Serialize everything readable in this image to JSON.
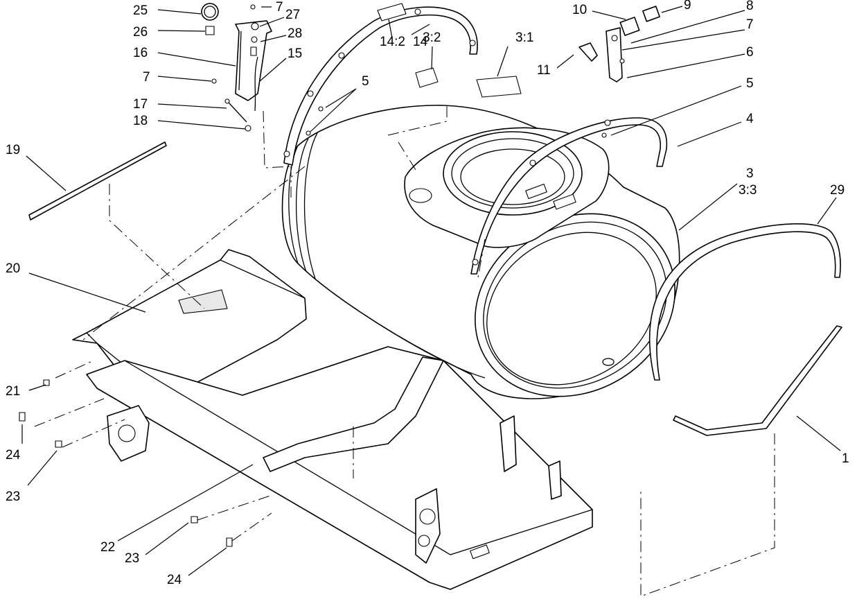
{
  "callouts": [
    {
      "id": "c25",
      "text": "25"
    },
    {
      "id": "c7a",
      "text": "7"
    },
    {
      "id": "c27",
      "text": "27"
    },
    {
      "id": "c26",
      "text": "26"
    },
    {
      "id": "c28",
      "text": "28"
    },
    {
      "id": "c16",
      "text": "16"
    },
    {
      "id": "c15",
      "text": "15"
    },
    {
      "id": "c7b",
      "text": "7"
    },
    {
      "id": "c17",
      "text": "17"
    },
    {
      "id": "c18",
      "text": "18"
    },
    {
      "id": "c19",
      "text": "19"
    },
    {
      "id": "c14_2",
      "text": "14:2"
    },
    {
      "id": "c14",
      "text": "14"
    },
    {
      "id": "c3_2",
      "text": "3:2"
    },
    {
      "id": "c3_1",
      "text": "3:1"
    },
    {
      "id": "c5a",
      "text": "5"
    },
    {
      "id": "c10",
      "text": "10"
    },
    {
      "id": "c9",
      "text": "9"
    },
    {
      "id": "c8",
      "text": "8"
    },
    {
      "id": "c7c",
      "text": "7"
    },
    {
      "id": "c6",
      "text": "6"
    },
    {
      "id": "c11",
      "text": "11"
    },
    {
      "id": "c5b",
      "text": "5"
    },
    {
      "id": "c4",
      "text": "4"
    },
    {
      "id": "c3",
      "text": "3"
    },
    {
      "id": "c3_3",
      "text": "3:3"
    },
    {
      "id": "c29",
      "text": "29"
    },
    {
      "id": "c20",
      "text": "20"
    },
    {
      "id": "c21",
      "text": "21"
    },
    {
      "id": "c24a",
      "text": "24"
    },
    {
      "id": "c23a",
      "text": "23"
    },
    {
      "id": "c22",
      "text": "22"
    },
    {
      "id": "c23b",
      "text": "23"
    },
    {
      "id": "c24b",
      "text": "24"
    },
    {
      "id": "c1",
      "text": "1"
    }
  ]
}
